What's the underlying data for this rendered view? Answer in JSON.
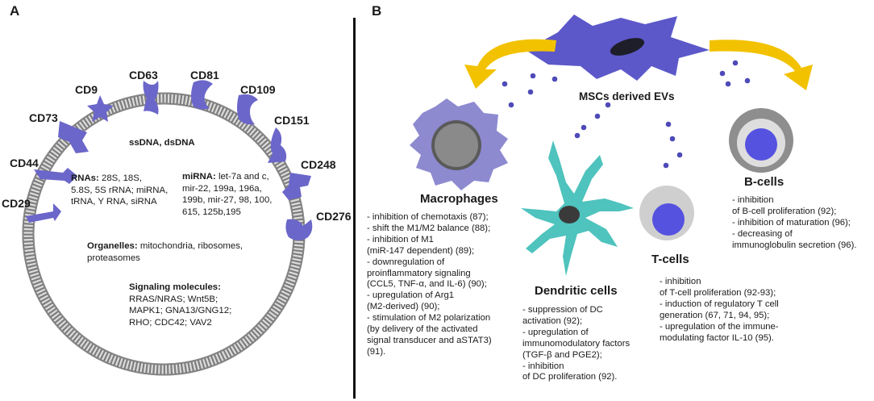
{
  "panel_a": {
    "letter": "A",
    "markers": [
      "CD9",
      "CD63",
      "CD81",
      "CD109",
      "CD73",
      "CD151",
      "CD44",
      "CD248",
      "CD29",
      "CD276"
    ],
    "dna": "ssDNA, dsDNA",
    "rnas_label": "RNAs:",
    "rnas_text": "28S, 18S,",
    "rnas_lines": [
      "5.8S, 5S rRNA; miRNA,",
      "tRNA, Y RNA, siRNA"
    ],
    "mirna_label": "miRNA:",
    "mirna_text": "let-7a and c,",
    "mirna_lines": [
      "mir-22, 199a, 196a,",
      "199b, mir-27, 98, 100,",
      "615, 125b,195"
    ],
    "organelles_label": "Organelles:",
    "organelles_text": "mitochondria, ribosomes,",
    "organelles_line2": "proteasomes",
    "signaling_label": "Signaling molecules:",
    "signaling_lines": [
      "RRAS/NRAS; Wnt5B;",
      "MAPK1; GNA13/GNG12;",
      "RHO; CDC42; VAV2"
    ]
  },
  "panel_b": {
    "letter": "B",
    "evs_label": "MSCs derived EVs",
    "macrophages": {
      "title": "Macrophages",
      "text": "- inhibition of chemotaxis (87);\n- shift the M1/M2 balance (88);\n- inhibition of M1\n(miR-147 dependent) (89);\n-  downregulation of\nproinflammatory signaling\n(CCL5, TNF-α, and IL-6) (90);\n- upregulation of Arg1\n(M2-derived) (90);\n-  stimulation of M2 polarization\n(by delivery of the activated\nsignal transducer and aSTAT3)\n(91)."
    },
    "dendritic": {
      "title": "Dendritic cells",
      "text": "- suppression of DC\n  activation (92);\n- upregulation of\nimmunomodulatory factors\n(TGF-β and PGE2);\n-  inhibition\nof DC proliferation (92)."
    },
    "tcells": {
      "title": "T-cells",
      "text": "- inhibition\nof T-cell proliferation (92-93);\n- induction of regulatory T cell\ngeneration (67, 71, 94, 95);\n- upregulation of the  immune-\nmodulating factor IL-10 (95)."
    },
    "bcells": {
      "title": "B-cells",
      "text": "- inhibition\nof B-cell proliferation (92);\n- inhibition of maturation (96);\n- decreasing of\nimmunoglobulin secretion (96)."
    }
  },
  "colors": {
    "marker": "#6b66c9",
    "msc": "#5c58c9",
    "arrow": "#f2c200",
    "dot": "#4e4ab8",
    "macrophage": "#8d8ad0",
    "dendritic": "#4fc3bd",
    "nucleus_blue": "#5552e0",
    "tcell_outer": "#cfcfcf",
    "bcell_outer": "#8e8e8e"
  }
}
